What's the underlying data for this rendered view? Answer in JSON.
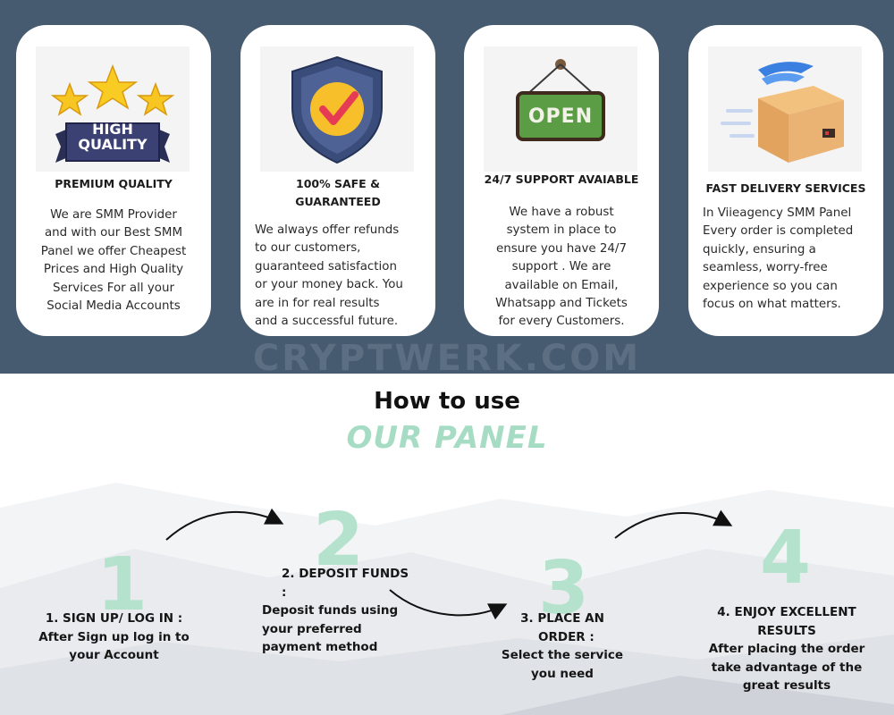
{
  "cards": [
    {
      "badge": {
        "line1": "HIGH",
        "line2": "QUALITY"
      },
      "title": "PREMIUM QUALITY",
      "body": [
        "We are SMM Provider",
        "and with our Best SMM",
        "Panel we offer Cheapest",
        "Prices and High Quality",
        "Services For all your",
        "Social Media Accounts"
      ]
    },
    {
      "title": [
        "100% SAFE &",
        "GUARANTEED"
      ],
      "body": [
        "We always offer refunds",
        "to our customers,",
        "guaranteed satisfaction",
        "or your money back. You",
        "are in for real results",
        "and a successful future."
      ]
    },
    {
      "sign": "OPEN",
      "title": "24/7 SUPPORT AVAIABLE",
      "body": [
        "We have a robust",
        "system in place to",
        "ensure you have 24/7",
        "support . We are",
        "available on Email,",
        "Whatsapp and Tickets",
        "for every Customers."
      ]
    },
    {
      "title": "FAST DELIVERY SERVICES",
      "body": [
        "In Viieagency SMM Panel",
        "Every order is completed",
        "quickly, ensuring a",
        "seamless, worry-free",
        "experience so you can",
        "focus on what matters."
      ]
    }
  ],
  "watermark": "CRYPTWERK.COM",
  "how": {
    "title": "How to use",
    "subtitle": "OUR PANEL",
    "steps": [
      {
        "number": "1",
        "lines": [
          "1. SIGN UP/ LOG IN :",
          "After Sign up  log in to",
          "your Account"
        ]
      },
      {
        "number": "2",
        "lines": [
          "2. DEPOSIT FUNDS :",
          "Deposit funds using",
          "your  preferred",
          "payment method"
        ]
      },
      {
        "number": "3",
        "lines": [
          "3. PLACE AN",
          "ORDER :",
          "Select the service",
          "you need"
        ]
      },
      {
        "number": "4",
        "lines": [
          "4. ENJOY EXCELLENT",
          "RESULTS",
          "After placing the order",
          "take advantage of the",
          "great results"
        ]
      }
    ]
  }
}
